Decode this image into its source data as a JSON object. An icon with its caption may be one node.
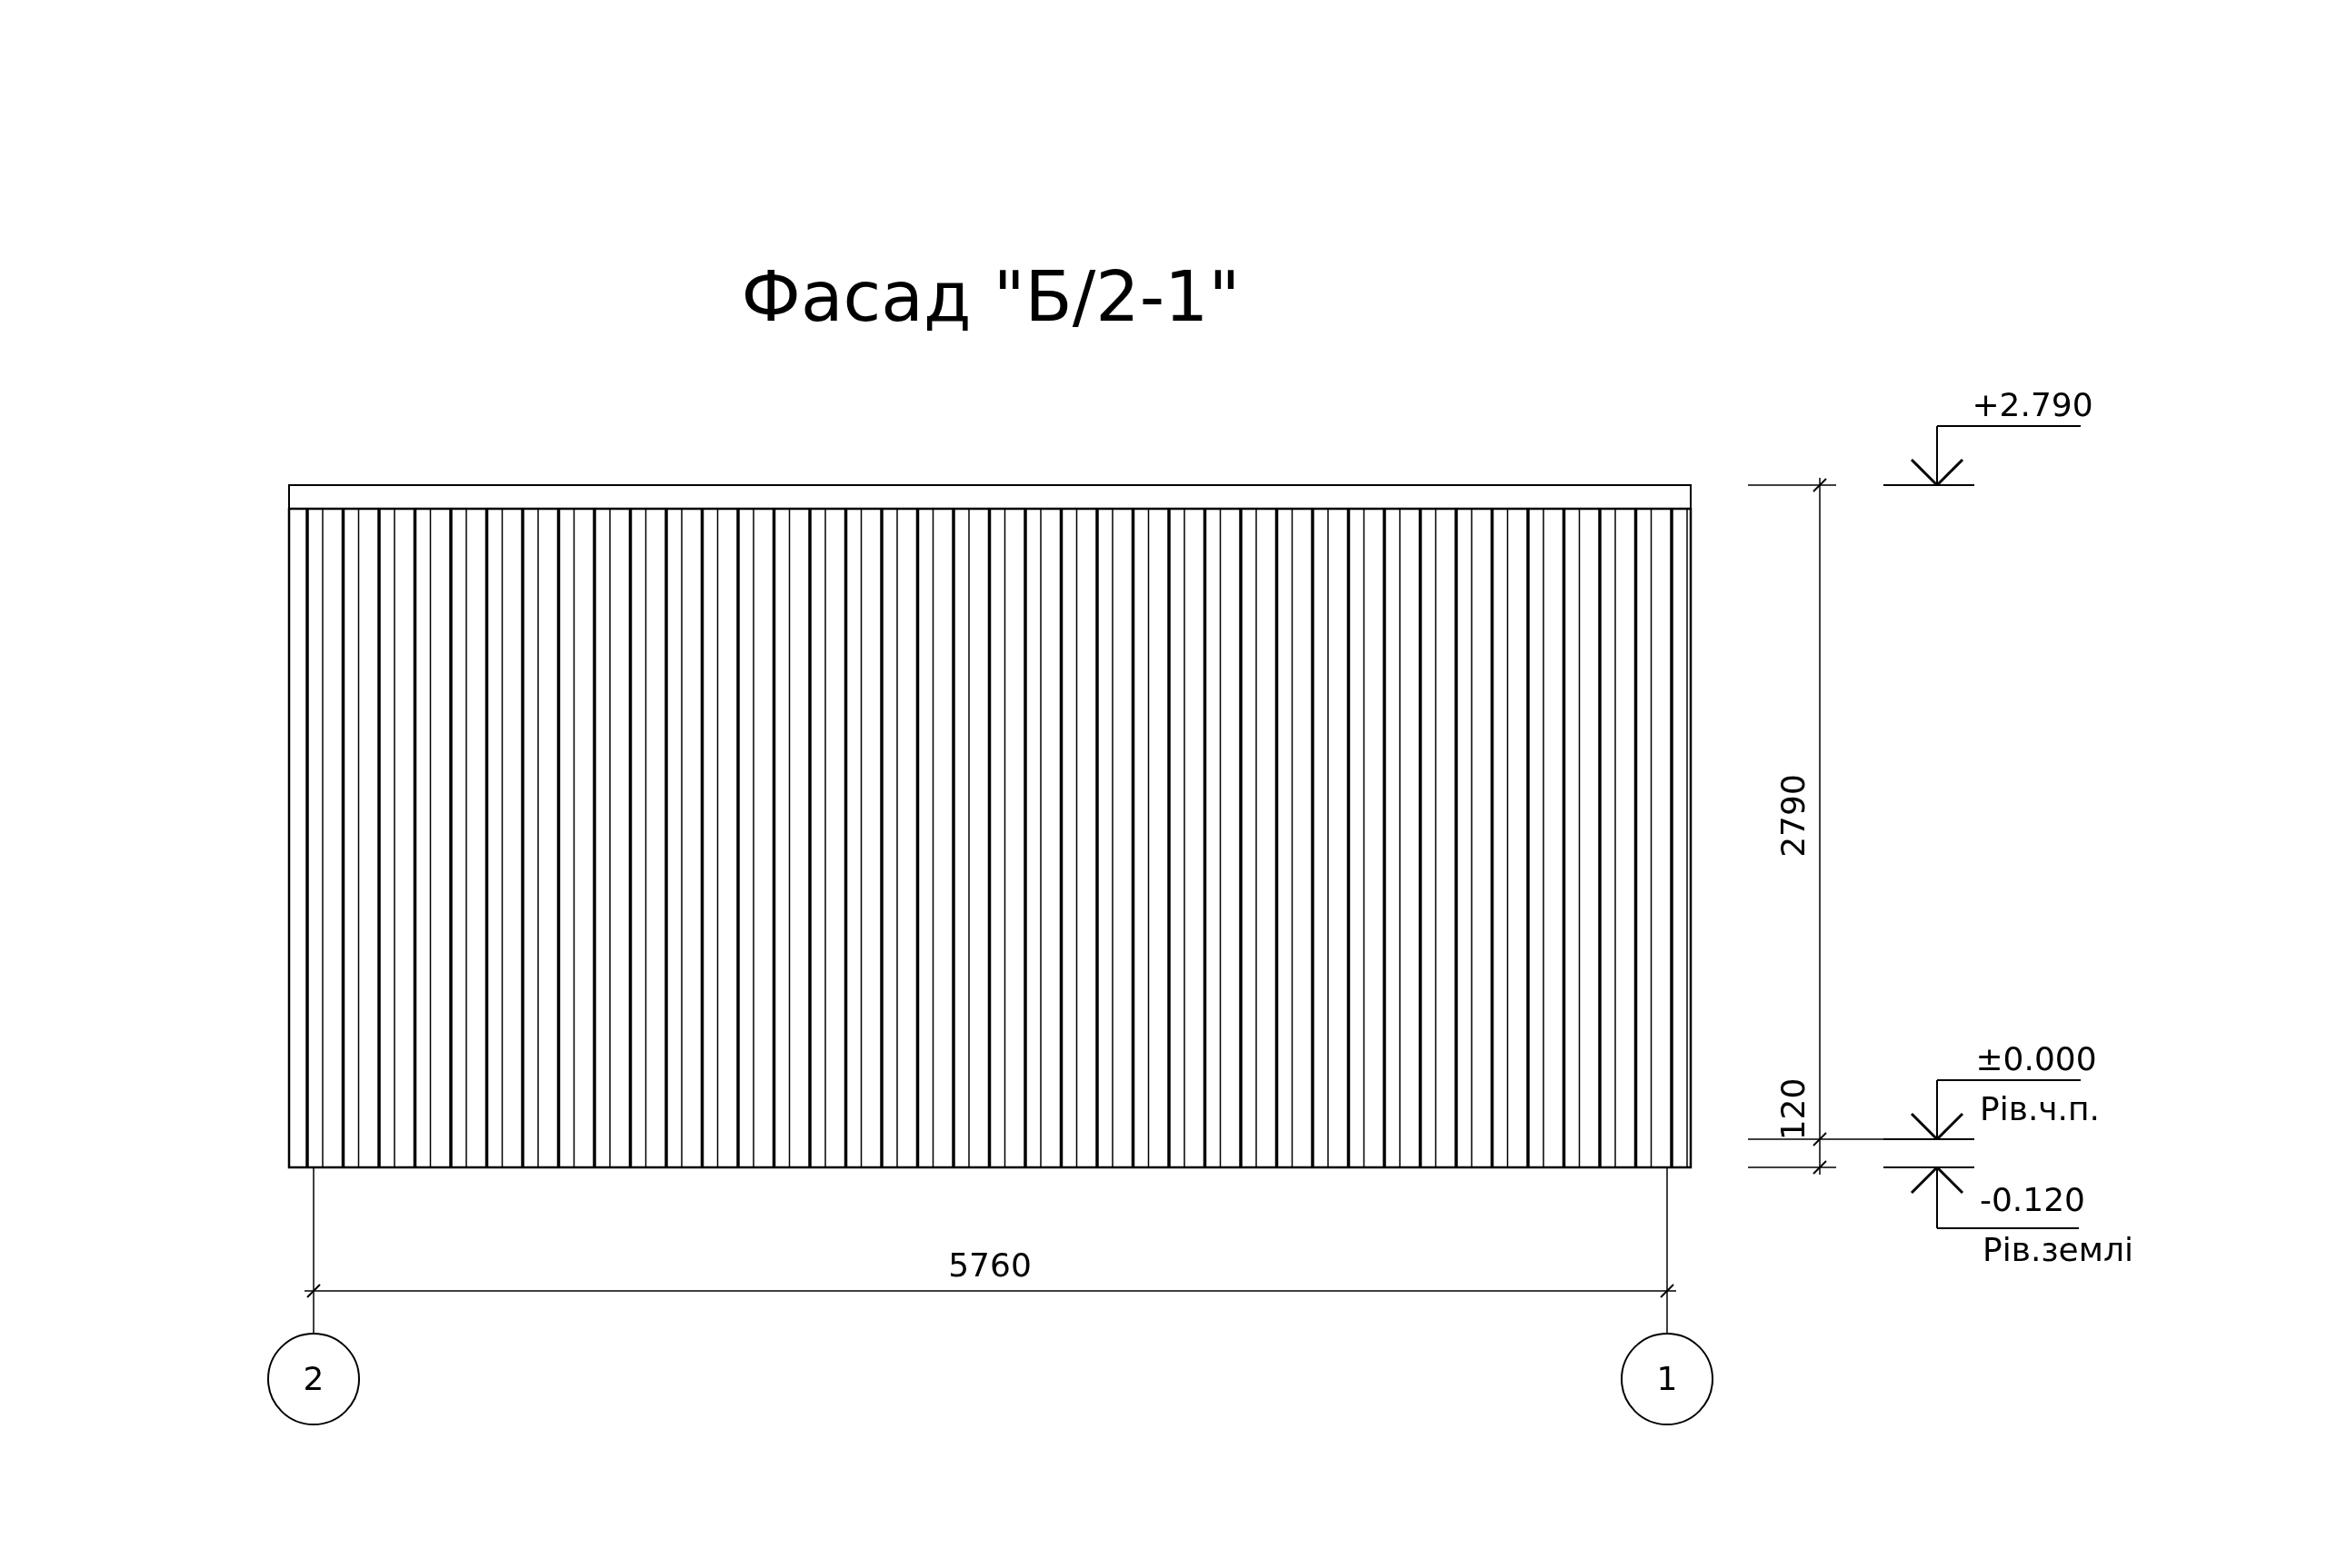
{
  "diagram": {
    "title": "Фасад \"Б/2-1\"",
    "nodes": [
      {
        "text": [
          "2"
        ]
      },
      {
        "text": [
          "1"
        ]
      }
    ],
    "labels": [
      "+2.790",
      "2790",
      "±0.000",
      "Рів.ч.п.",
      "120",
      "-0.120",
      "Рів.землі",
      "5760"
    ]
  }
}
